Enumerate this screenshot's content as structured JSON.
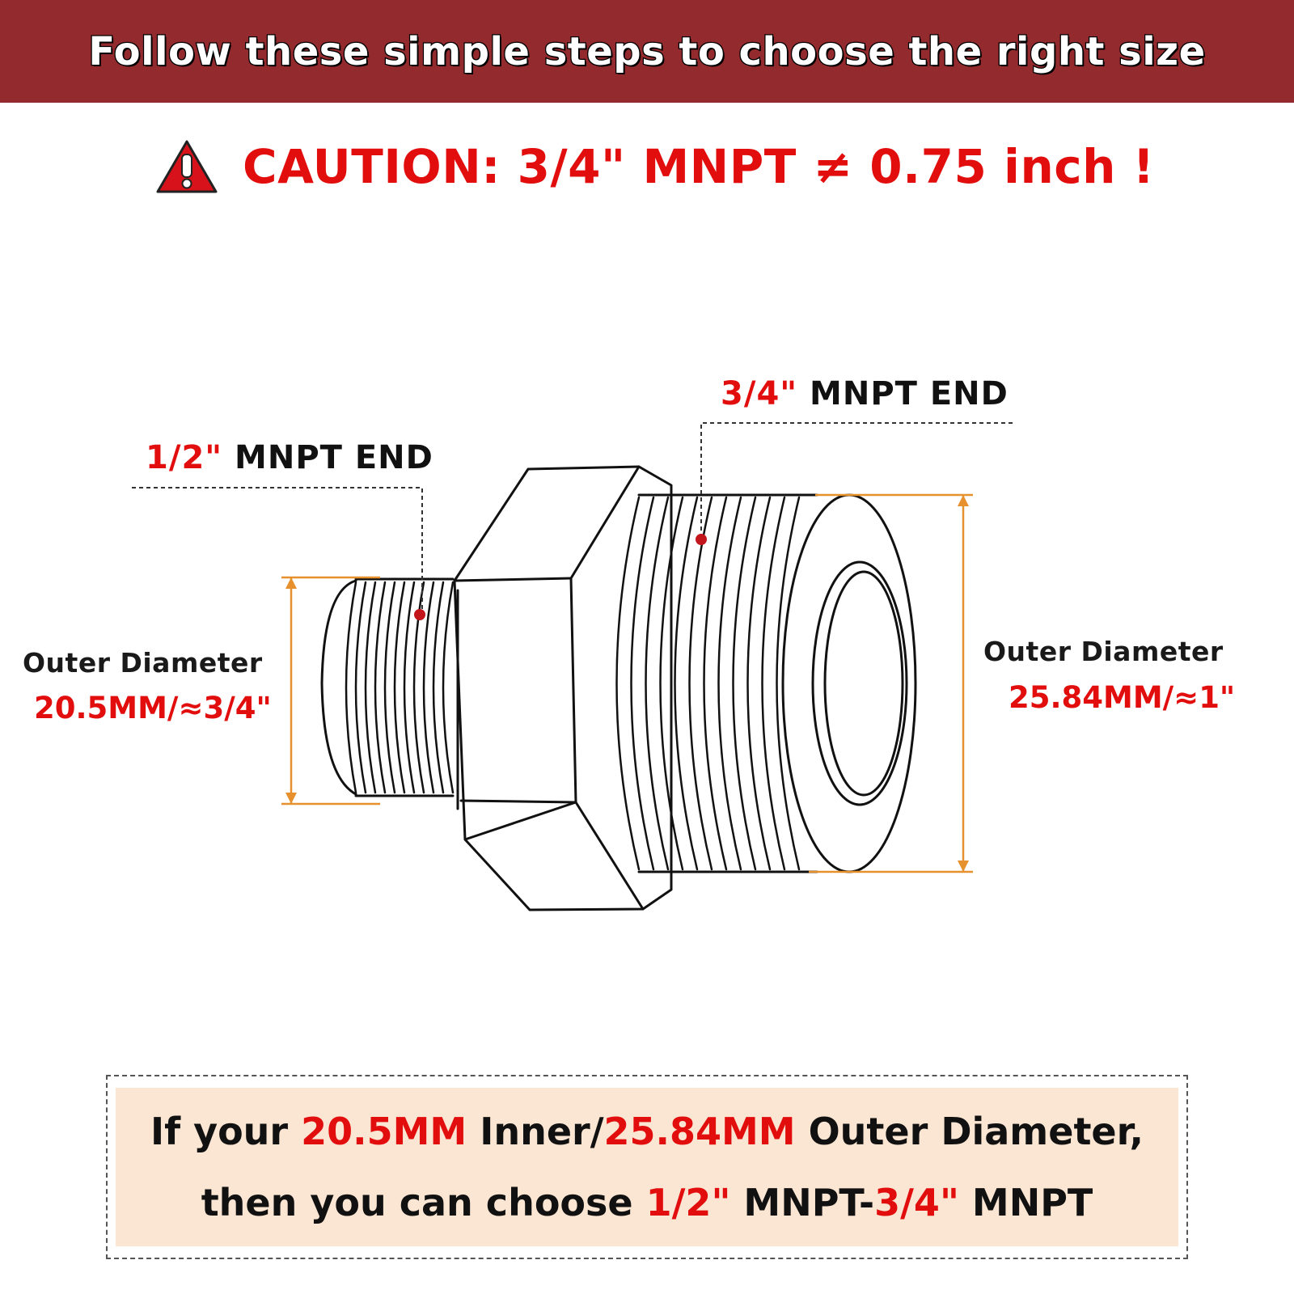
{
  "colors": {
    "banner_bg": "#922a2e",
    "accent_red": "#e20d0d",
    "dimension_orange": "#e6912e",
    "summary_bg": "#fbe6d3",
    "line_black": "#111111"
  },
  "header": {
    "title": "Follow these simple steps to choose the right size"
  },
  "caution": {
    "icon": "warning-triangle-icon",
    "text": "CAUTION: 3/4\" MNPT ≠ 0.75 inch !"
  },
  "labels": {
    "left_end": {
      "size": "1/2\"",
      "suffix": " MNPT END"
    },
    "right_end": {
      "size": "3/4\"",
      "suffix": " MNPT END"
    },
    "left_od": {
      "title": "Outer Diameter",
      "value": "20.5MM/≈3/4\""
    },
    "right_od": {
      "title": "Outer Diameter",
      "value": "25.84MM/≈1\""
    }
  },
  "summary": {
    "line1": {
      "p1": "If your ",
      "v1": "20.5MM",
      "p2": " Inner/",
      "v2": "25.84MM",
      "p3": " Outer Diameter,"
    },
    "line2": {
      "p1": "then you can choose ",
      "v1": "1/2\"",
      "p2": " MNPT-",
      "v2": "3/4\"",
      "p3": " MNPT"
    }
  }
}
